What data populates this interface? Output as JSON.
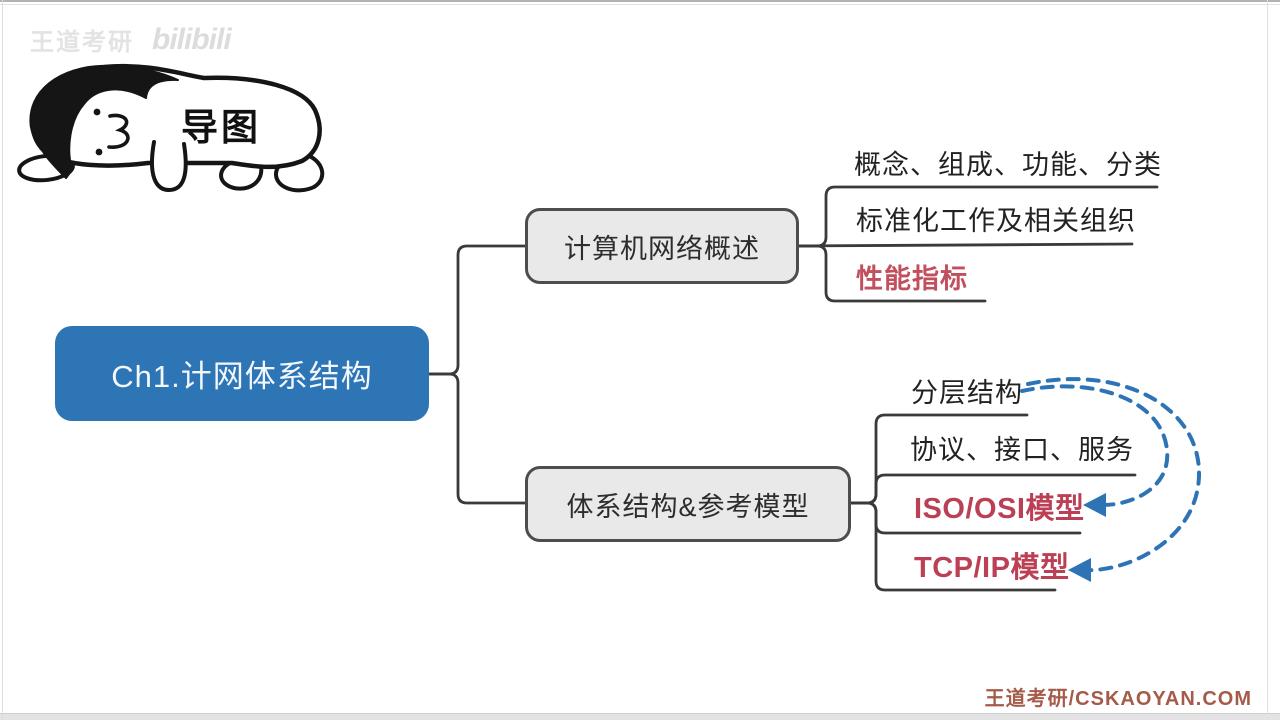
{
  "header": {
    "watermark": "王道考研",
    "logo": "bilibili"
  },
  "mascot": {
    "label": "导图"
  },
  "mindmap": {
    "root": {
      "label": "Ch1.计网体系结构"
    },
    "branches": [
      {
        "label": "计算机网络概述",
        "children": [
          {
            "label": "概念、组成、功能、分类",
            "emphasis": false
          },
          {
            "label": "标准化工作及相关组织",
            "emphasis": false
          },
          {
            "label": "性能指标",
            "emphasis": true
          }
        ]
      },
      {
        "label": "体系结构&参考模型",
        "children": [
          {
            "label": "分层结构",
            "emphasis": false
          },
          {
            "label": "协议、接口、服务",
            "emphasis": false
          },
          {
            "label": "ISO/OSI模型",
            "emphasis": true
          },
          {
            "label": "TCP/IP模型",
            "emphasis": true
          }
        ]
      }
    ],
    "arrows": [
      {
        "from": "分层结构",
        "to": "ISO/OSI模型",
        "style": "dashed-blue"
      },
      {
        "from": "分层结构",
        "to": "TCP/IP模型",
        "style": "dashed-blue"
      }
    ]
  },
  "footer": {
    "credit": "王道考研/CSKAOYAN.COM"
  },
  "colors": {
    "root_blue": "#2e75b6",
    "node_gray_fill": "#e9e9e9",
    "node_border": "#4d4d4d",
    "wire_dark": "#3a3a3a",
    "leaf_red": "#c24f5d",
    "model_red": "#bc4055",
    "arrow_blue": "#2e74b5",
    "credit_red": "#a55b49"
  }
}
